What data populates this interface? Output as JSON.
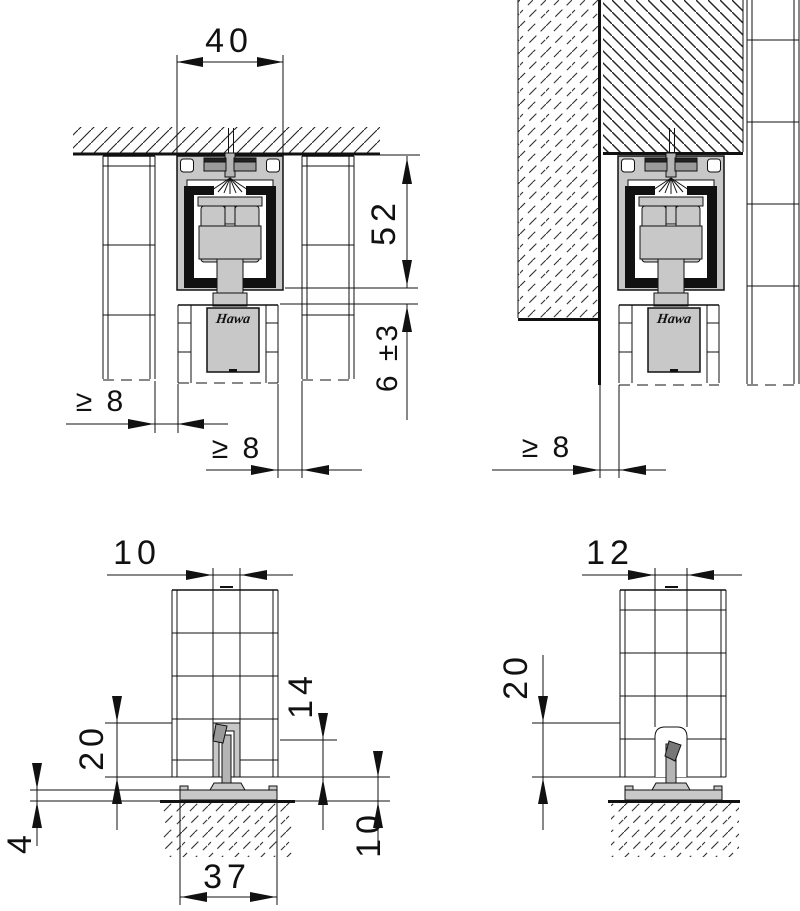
{
  "brand_logo": "Hawa",
  "colors": {
    "line": "#111111",
    "metal": "#c8c8c8",
    "shaft": "#b5b5b5",
    "insert_black": "#111111",
    "background": "#ffffff"
  },
  "views": {
    "top_left": {
      "dims": {
        "track_width": "40",
        "assembly_height": "52",
        "top_gap": "6 ±3",
        "clearance_left": "≥ 8",
        "clearance_right": "≥ 8"
      }
    },
    "top_right": {
      "dims": {
        "wall_clearance": "≥ 8"
      }
    },
    "bottom_left": {
      "dims": {
        "groove_width": "10",
        "guide_engagement": "20",
        "plate_height": "4",
        "channel_depth": "14",
        "floor_clearance": "10",
        "plate_width": "37"
      }
    },
    "bottom_right": {
      "dims": {
        "groove_width": "12",
        "guide_engagement": "20"
      }
    }
  }
}
